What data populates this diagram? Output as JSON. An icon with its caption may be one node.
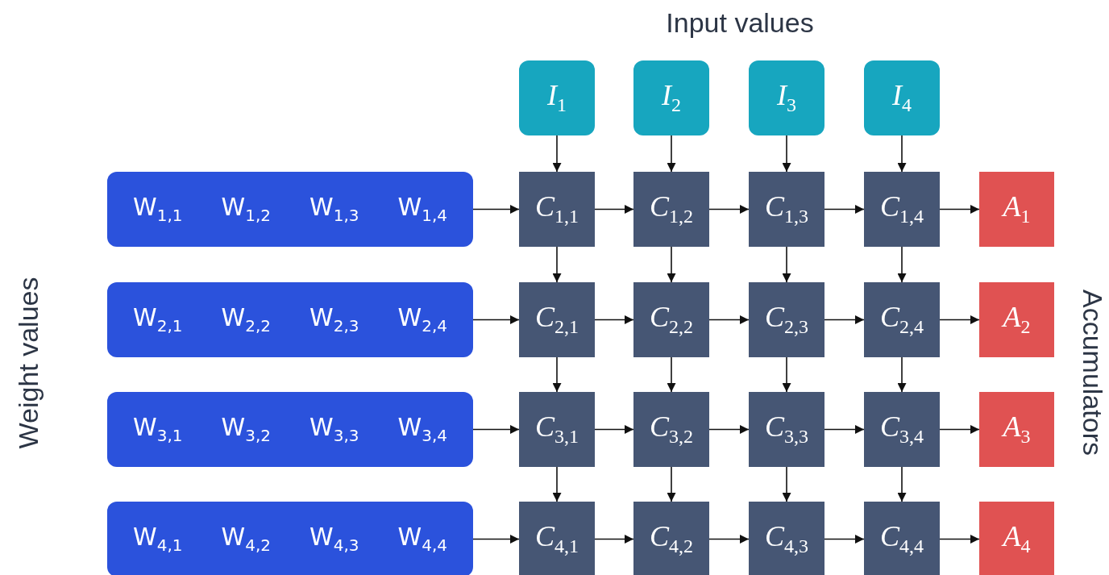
{
  "diagram": {
    "nodes": [
      {
        "text": [
          "*I*$_{1}$"
        ]
      },
      {
        "text": [
          "*I*$_{2}$"
        ]
      },
      {
        "text": [
          "*I*$_{3}$"
        ]
      },
      {
        "text": [
          "*I*$_{4}$"
        ]
      },
      {
        "text": [
          "W$_{1,1}$",
          "W$_{1,2}$",
          "W$_{1,3}$",
          "W$_{1,4}$"
        ]
      },
      {
        "text": [
          "W$_{2,1}$",
          "W$_{2,2}$",
          "W$_{2,3}$",
          "W$_{2,4}$"
        ]
      },
      {
        "text": [
          "W$_{3,1}$",
          "W$_{3,2}$",
          "W$_{3,3}$",
          "W$_{3,4}$"
        ]
      },
      {
        "text": [
          "W$_{4,1}$",
          "W$_{4,2}$",
          "W$_{4,3}$",
          "W$_{4,4}$"
        ]
      },
      {
        "text": [
          "*C*$_{1,1}$"
        ]
      },
      {
        "text": [
          "*C*$_{1,2}$"
        ]
      },
      {
        "text": [
          "*C*$_{1,3}$"
        ]
      },
      {
        "text": [
          "*C*$_{1,4}$"
        ]
      },
      {
        "text": [
          "*C*$_{2,1}$"
        ]
      },
      {
        "text": [
          "*C*$_{2,2}$"
        ]
      },
      {
        "text": [
          "*C*$_{2,3}$"
        ]
      },
      {
        "text": [
          "*C*$_{2,4}$"
        ]
      },
      {
        "text": [
          "*C*$_{3,1}$"
        ]
      },
      {
        "text": [
          "*C*$_{3,2}$"
        ]
      },
      {
        "text": [
          "*C*$_{3,3}$"
        ]
      },
      {
        "text": [
          "*C*$_{3,4}$"
        ]
      },
      {
        "text": [
          "*C*$_{4,1}$"
        ]
      },
      {
        "text": [
          "*C*$_{4,2}$"
        ]
      },
      {
        "text": [
          "*C*$_{4,3}$"
        ]
      },
      {
        "text": [
          "*C*$_{4,4}$"
        ]
      },
      {
        "text": [
          "*A*$_{1}$"
        ]
      },
      {
        "text": [
          "*A*$_{2}$"
        ]
      },
      {
        "text": [
          "*A*$_{3}$"
        ]
      },
      {
        "text": [
          "*A*$_{4}$"
        ]
      }
    ],
    "edges": [
      {
        "from": 0,
        "to": 8,
        "arrow": "to"
      },
      {
        "from": 1,
        "to": 9,
        "arrow": "to"
      },
      {
        "from": 2,
        "to": 10,
        "arrow": "to"
      },
      {
        "from": 3,
        "to": 11,
        "arrow": "to"
      },
      {
        "from": 4,
        "to": 8,
        "arrow": "to"
      },
      {
        "from": 8,
        "to": 9,
        "arrow": "to"
      },
      {
        "from": 9,
        "to": 10,
        "arrow": "to"
      },
      {
        "from": 10,
        "to": 11,
        "arrow": "to"
      },
      {
        "from": 11,
        "to": 24,
        "arrow": "to"
      },
      {
        "from": 5,
        "to": 12,
        "arrow": "to"
      },
      {
        "from": 12,
        "to": 13,
        "arrow": "to"
      },
      {
        "from": 13,
        "to": 14,
        "arrow": "to"
      },
      {
        "from": 14,
        "to": 15,
        "arrow": "to"
      },
      {
        "from": 15,
        "to": 25,
        "arrow": "to"
      },
      {
        "from": 6,
        "to": 16,
        "arrow": "to"
      },
      {
        "from": 16,
        "to": 17,
        "arrow": "to"
      },
      {
        "from": 17,
        "to": 18,
        "arrow": "to"
      },
      {
        "from": 18,
        "to": 19,
        "arrow": "to"
      },
      {
        "from": 19,
        "to": 26,
        "arrow": "to"
      },
      {
        "from": 7,
        "to": 20,
        "arrow": "to"
      },
      {
        "from": 20,
        "to": 21,
        "arrow": "to"
      },
      {
        "from": 21,
        "to": 22,
        "arrow": "to"
      },
      {
        "from": 22,
        "to": 23,
        "arrow": "to"
      },
      {
        "from": 23,
        "to": 27,
        "arrow": "to"
      },
      {
        "from": 8,
        "to": 12,
        "arrow": "to"
      },
      {
        "from": 9,
        "to": 13,
        "arrow": "to"
      },
      {
        "from": 10,
        "to": 14,
        "arrow": "to"
      },
      {
        "from": 11,
        "to": 15,
        "arrow": "to"
      },
      {
        "from": 12,
        "to": 16,
        "arrow": "to"
      },
      {
        "from": 13,
        "to": 17,
        "arrow": "to"
      },
      {
        "from": 14,
        "to": 18,
        "arrow": "to"
      },
      {
        "from": 15,
        "to": 19,
        "arrow": "to"
      },
      {
        "from": 16,
        "to": 20,
        "arrow": "to"
      },
      {
        "from": 17,
        "to": 21,
        "arrow": "to"
      },
      {
        "from": 18,
        "to": 22,
        "arrow": "to"
      },
      {
        "from": 19,
        "to": 23,
        "arrow": "to"
      }
    ],
    "labels": [
      "Input values",
      "Weight values",
      "Accumulators"
    ]
  }
}
